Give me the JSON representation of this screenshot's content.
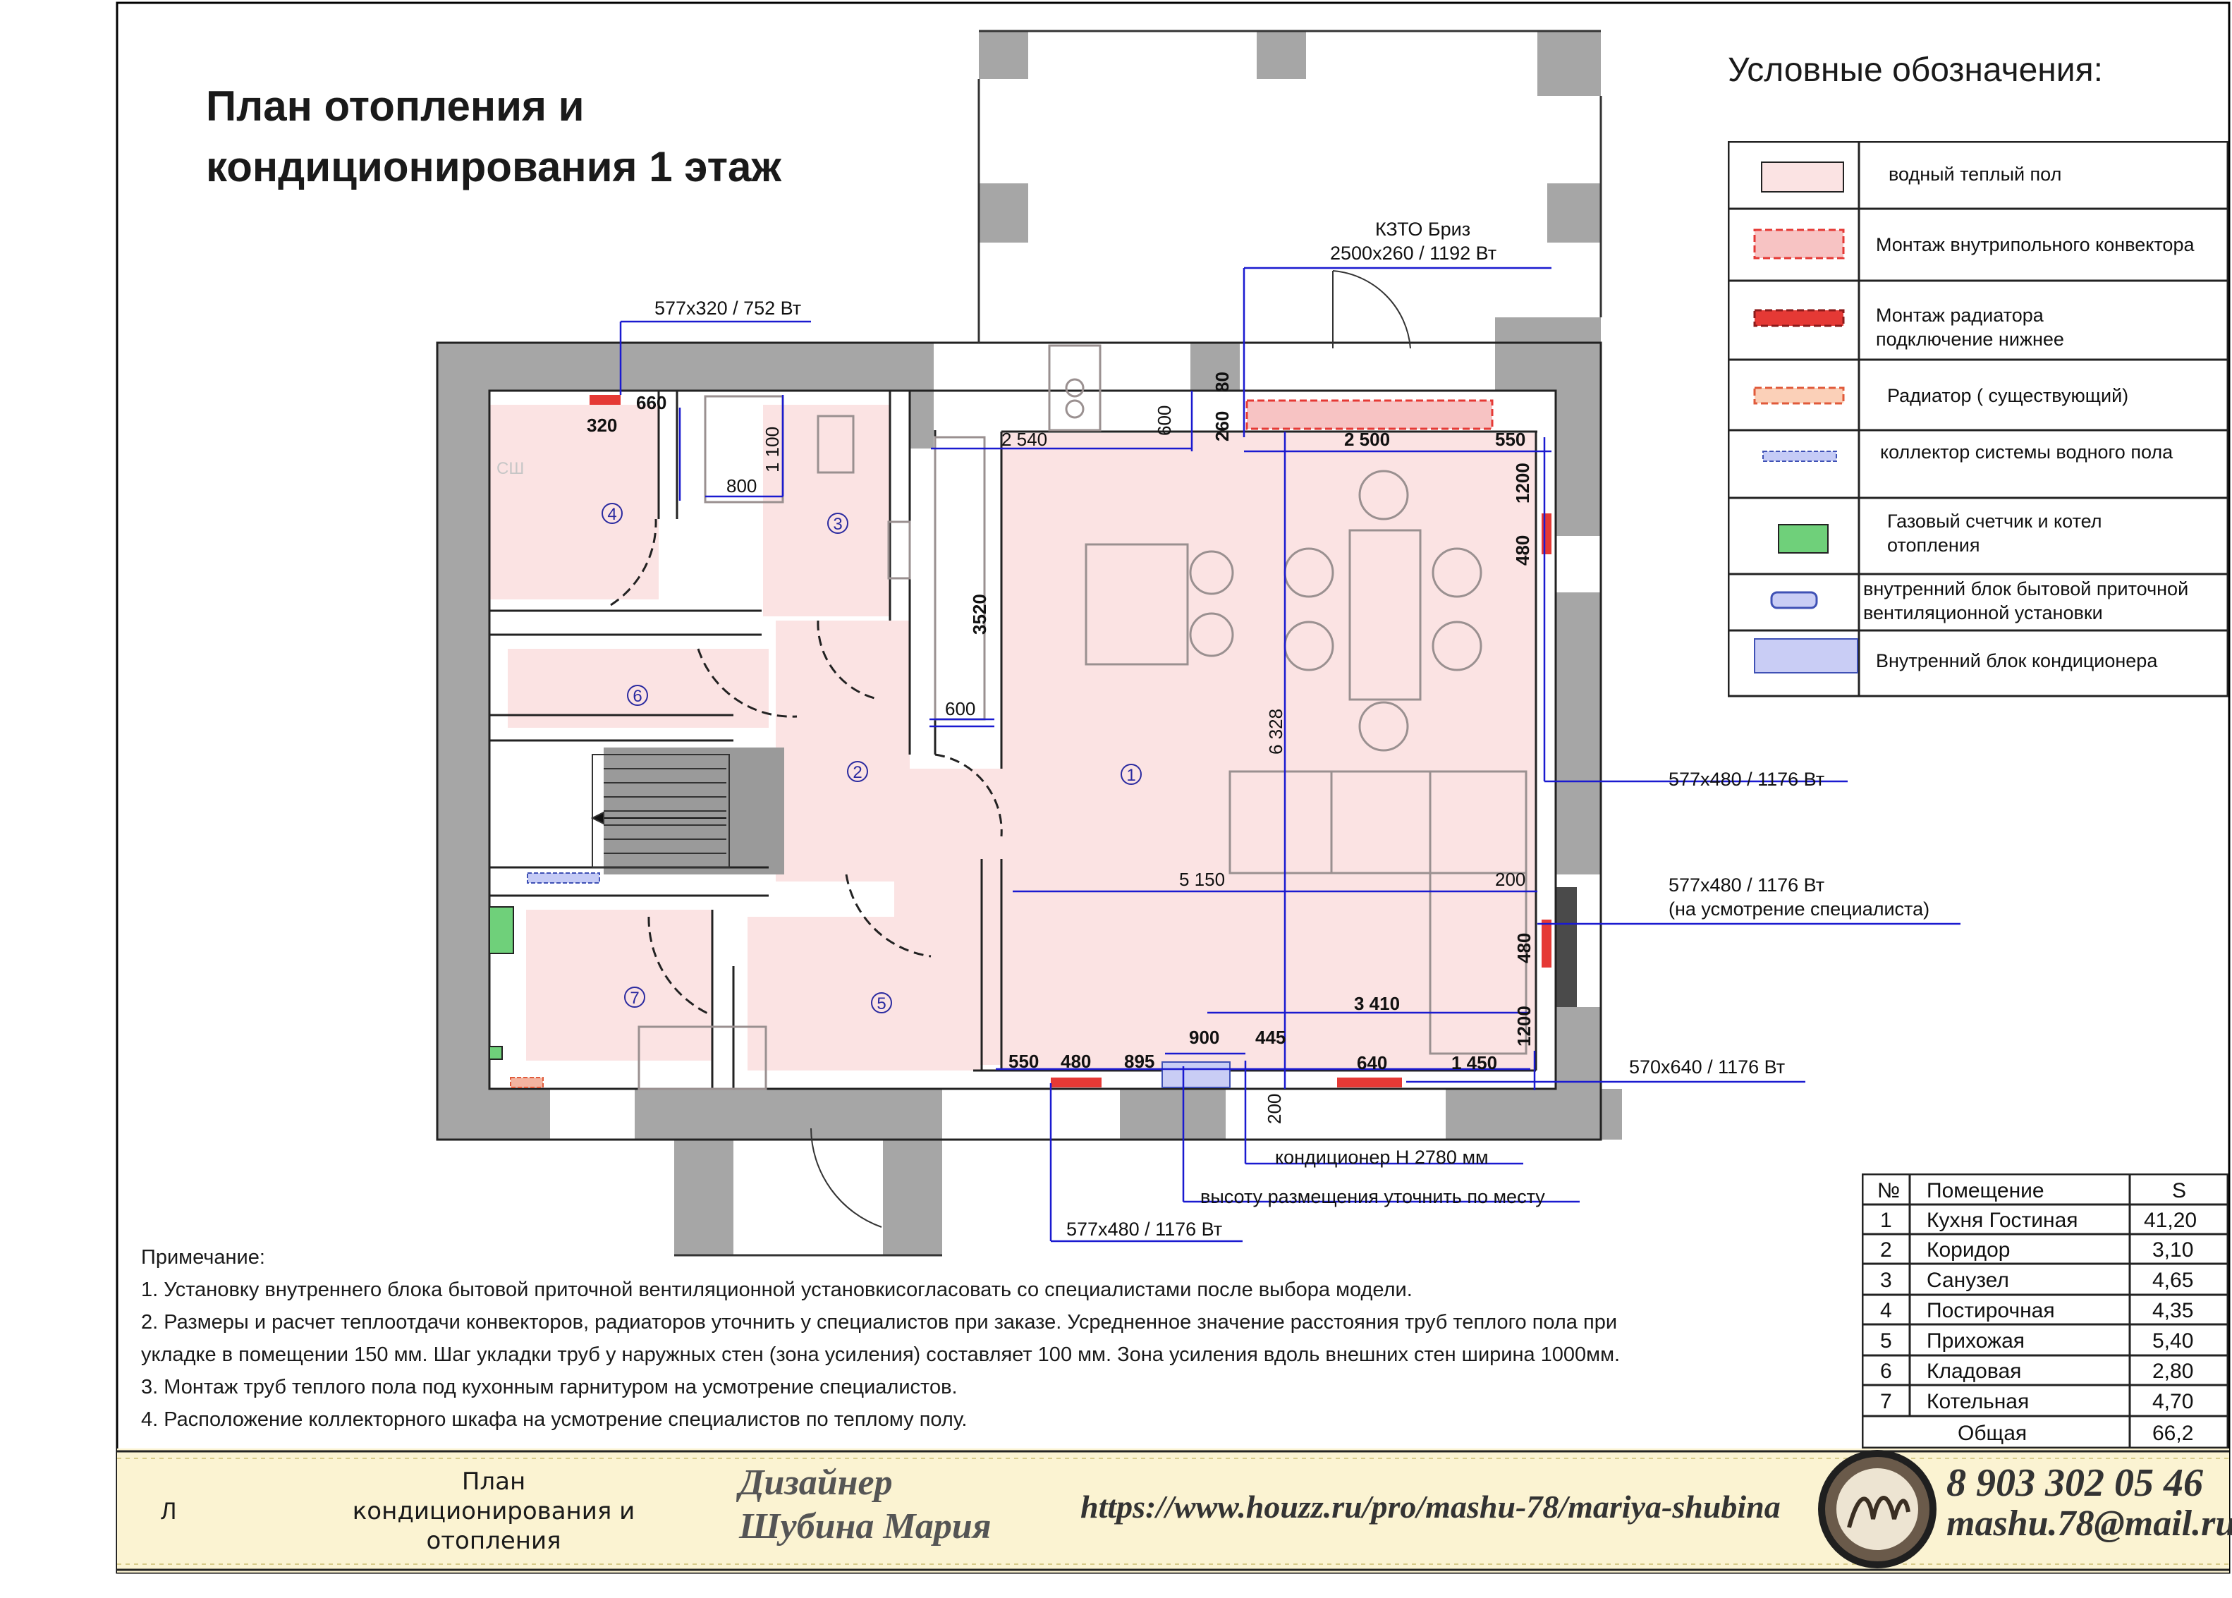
{
  "title": {
    "line1": "План отопления  и",
    "line2": "кондиционирования 1 этаж"
  },
  "legend": {
    "title": "Условные обозначения:",
    "items": [
      {
        "label_lines": [
          "водный  теплый пол"
        ],
        "symbol": "warm-floor",
        "color": "#fbe3e3"
      },
      {
        "label_lines": [
          "Монтаж внутрипольного конвектора"
        ],
        "symbol": "in-floor-convector",
        "color": "#e53935"
      },
      {
        "label_lines": [
          "Монтаж радиатора",
          "подключение нижнее"
        ],
        "symbol": "radiator-bottom",
        "color": "#c62828"
      },
      {
        "label_lines": [
          "Радиатор ( существующий)"
        ],
        "symbol": "radiator-existing",
        "color": "#ef9a9a"
      },
      {
        "label_lines": [
          "коллектор системы водного пола"
        ],
        "symbol": "floor-collector",
        "color": "#3f51b5"
      },
      {
        "label_lines": [
          "Газовый счетчик и котел",
          "отопления"
        ],
        "symbol": "gas-boiler",
        "color": "#6fd07a"
      },
      {
        "label_lines": [
          "внутренний  блок бытовой приточной",
          "вентиляционной установки"
        ],
        "symbol": "vent-unit",
        "color": "#3f51b5"
      },
      {
        "label_lines": [
          "Внутренний блок кондиционера"
        ],
        "symbol": "ac-unit",
        "color": "#c9cdf5"
      }
    ]
  },
  "plan": {
    "room_numbers": [
      "1",
      "2",
      "3",
      "4",
      "5",
      "6",
      "7"
    ],
    "dimensions": {
      "d660": "660",
      "d320": "320",
      "d800": "800",
      "d1100": "1 100",
      "d2540": "2 540",
      "d600a": "600",
      "d260": "260",
      "d80": "80",
      "d2500": "2 500",
      "d550a": "550",
      "d1200a": "1200",
      "d480a": "480",
      "d3520": "3520",
      "d600b": "600",
      "d6328": "6 328",
      "d5150": "5 150",
      "d200a": "200",
      "d480b": "480",
      "d3410": "3 410",
      "d1200b": "1200",
      "d900": "900",
      "d445": "445",
      "d550b": "550",
      "d480c": "480",
      "d895": "895",
      "d640": "640",
      "d1450": "1 450",
      "d200b": "200"
    },
    "callouts": {
      "conv_top1": "КЗТО Бриз",
      "conv_top2": "2500х260 / 1192 Вт",
      "rad_bath": "577х320 / 752 Вт",
      "rad_right1": "577х480 / 1176 Вт",
      "rad_right2a": "577х480 / 1176 Вт",
      "rad_right2b": "(на усмотрение специалиста)",
      "rad_bottom_right": "570х640 / 1176 Вт",
      "ac1": "кондиционер Н 2780 мм",
      "ac2": "высоту размещения уточнить по месту",
      "rad_bottom_left": "577х480 / 1176 Вт",
      "cs": "СШ"
    }
  },
  "notes": {
    "header": "Примечание:",
    "items": [
      "1. Установку внутреннего  блока бытовой приточной вентиляционной установкисогласовать со специалистами после выбора модели.",
      "2. Размеры и расчет теплоотдачи конвекторов, радиаторов уточнить у специалистов при заказе.  Усредненное значение расстояния труб теплого пола при",
      "укладке в помещении  150 мм. Шаг укладки труб у наружных стен (зона усиления) составляет  100 мм. Зона усиления вдоль внешних стен  ширина 1000мм.",
      "3. Монтаж труб теплого пола под кухонным гарнитуром на усмотрение специалистов.",
      "4. Расположение коллекторного шкафа на усмотрение специалистов по теплому полу."
    ]
  },
  "rooms_table": {
    "headers": [
      "№",
      "Помещение",
      "S"
    ],
    "rows": [
      [
        "1",
        "Кухня Гостиная",
        "41,20"
      ],
      [
        "2",
        "Коридор",
        "3,10"
      ],
      [
        "3",
        "Санузел",
        "4,65"
      ],
      [
        "4",
        "Постирочная",
        "4,35"
      ],
      [
        "5",
        "Прихожая",
        "5,40"
      ],
      [
        "6",
        "Кладовая",
        "2,80"
      ],
      [
        "7",
        "Котельная",
        "4,70"
      ]
    ],
    "total_label": "Общая",
    "total_value": "66,2"
  },
  "stamp": {
    "sheet": "Л",
    "plan_lines": [
      "План",
      "кондиционирования и",
      "отопления"
    ],
    "designer_line1": "Дизайнер",
    "designer_line2": "Шубина Мария",
    "url": "https://www.houzz.ru/pro/mashu-78/mariya-shubina",
    "phone": "8 903 302 05 46",
    "email": "mashu.78@mail.ru"
  }
}
